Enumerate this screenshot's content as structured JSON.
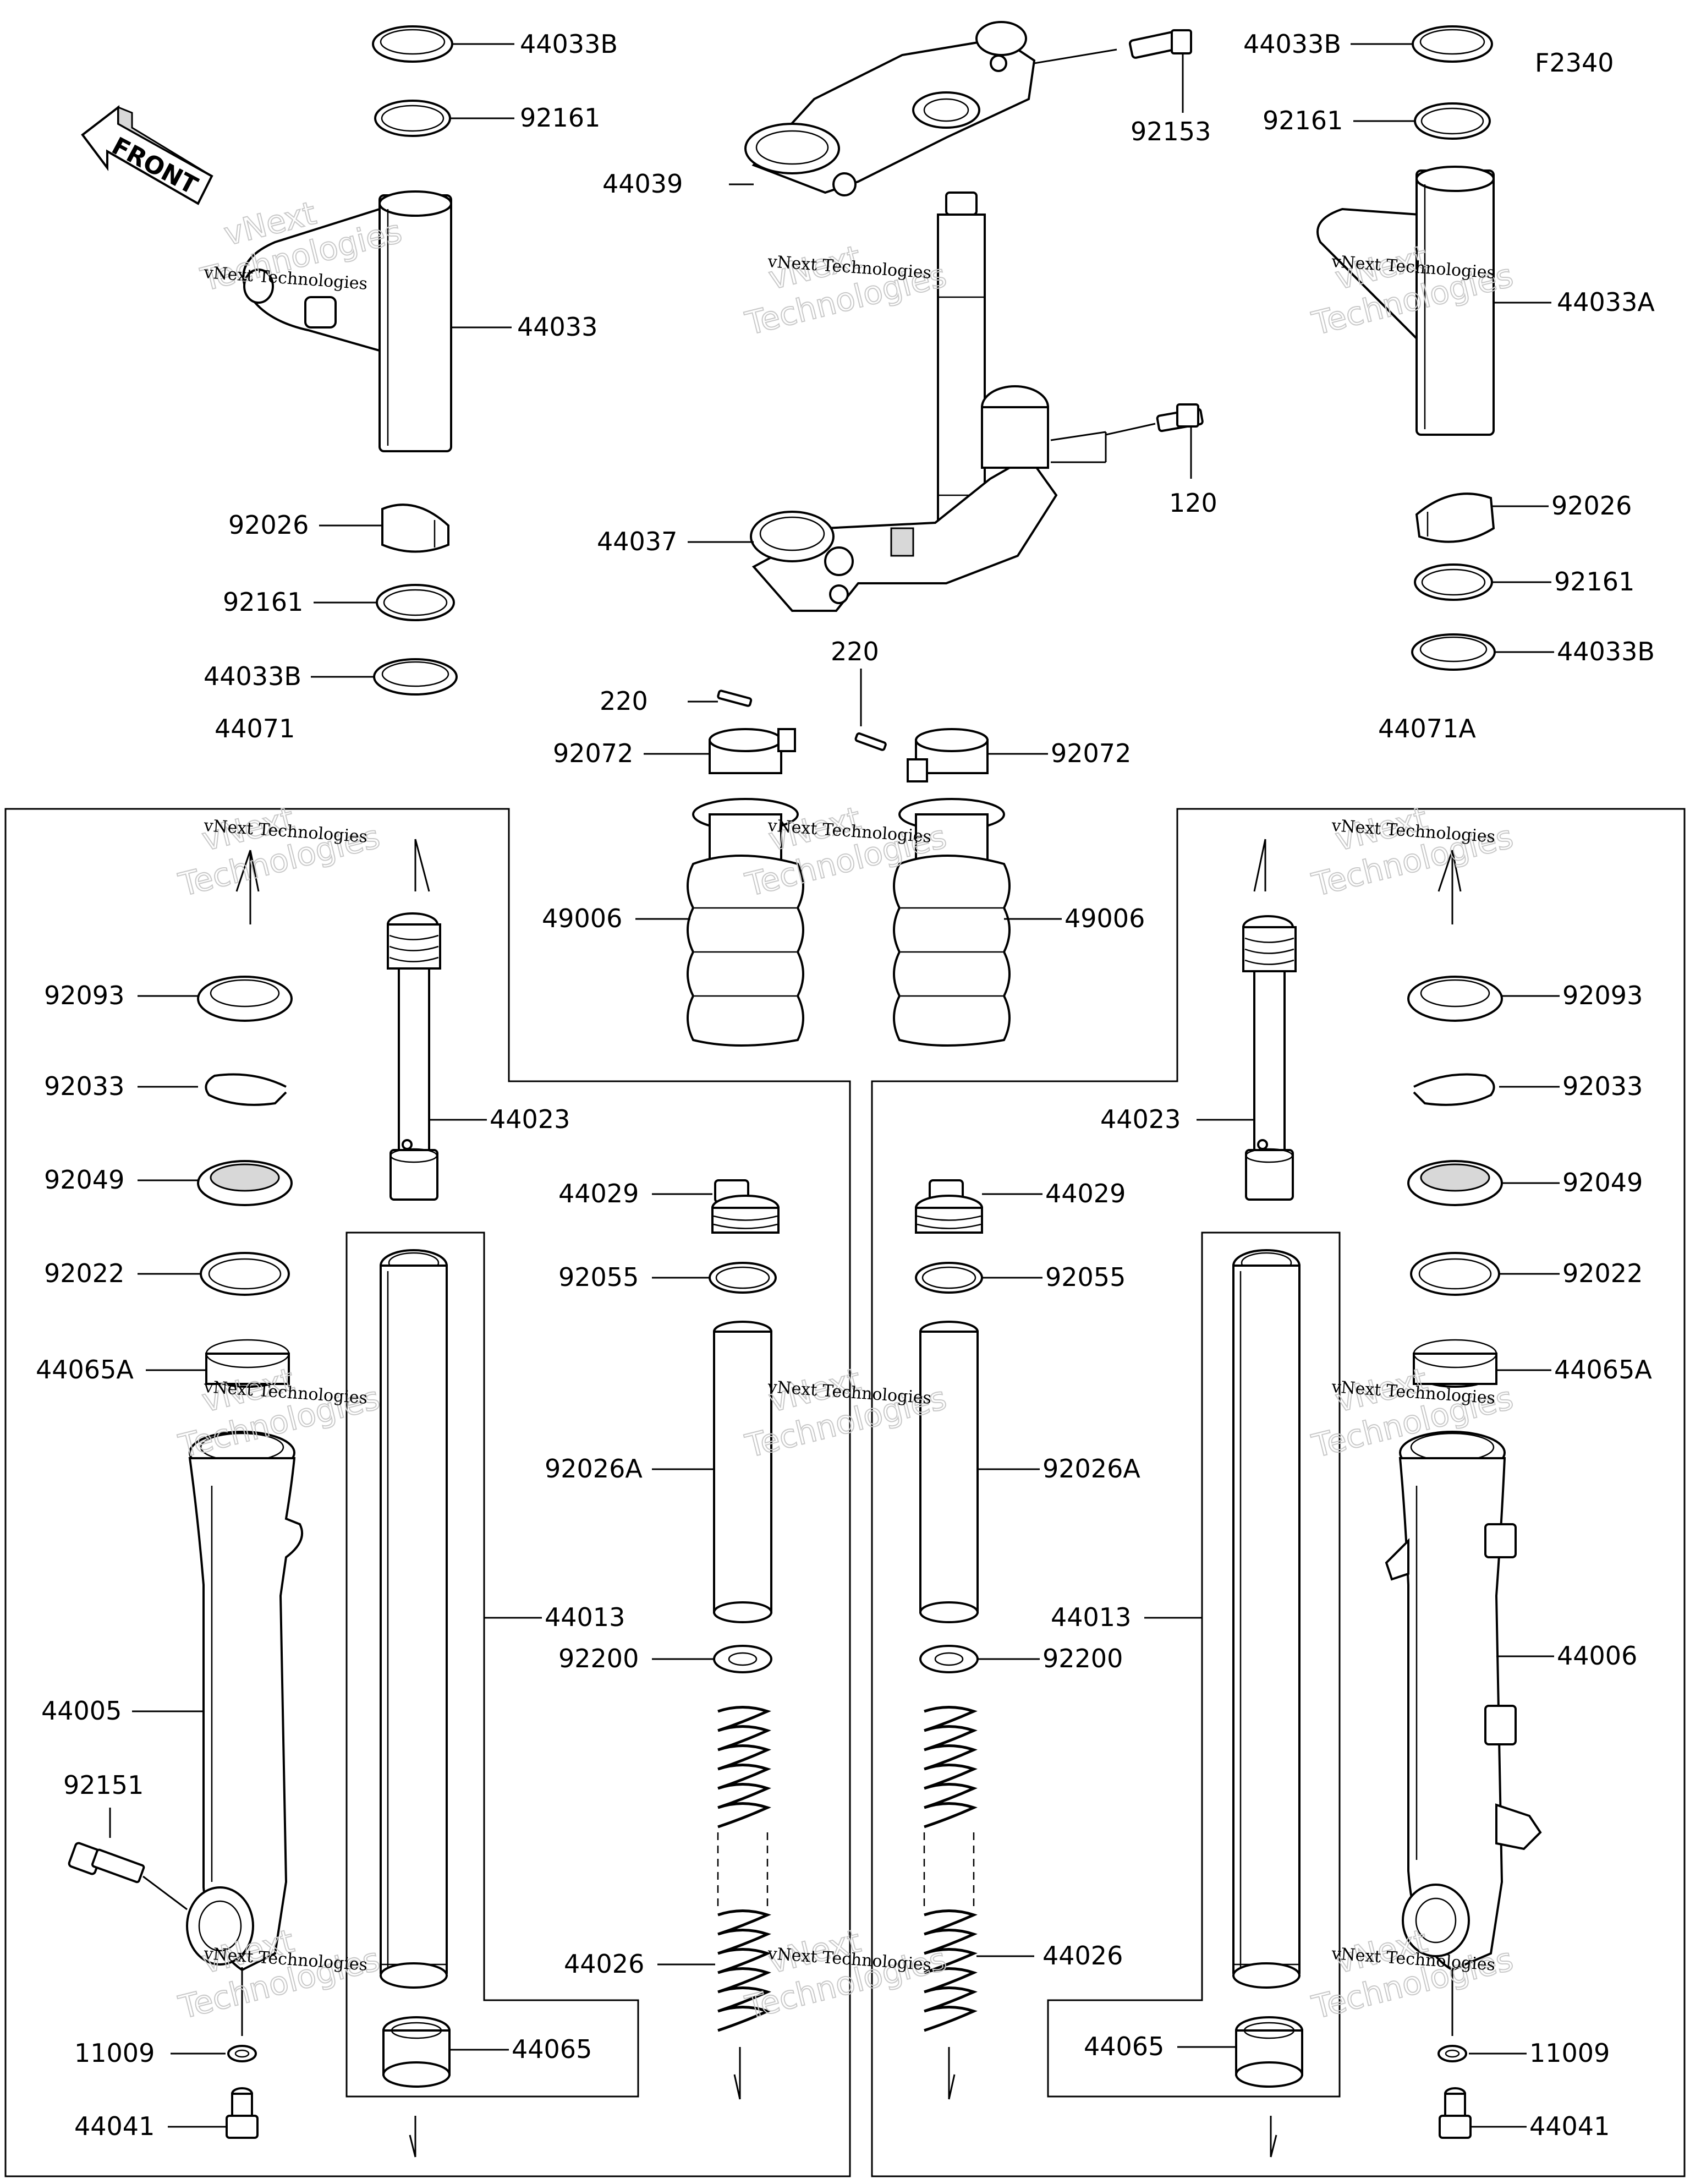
{
  "figure_code": "F2340",
  "front_arrow_text": "FRONT",
  "watermark": {
    "line1": "vNext Technologies",
    "line2": "vNext",
    "line3": "Technologies"
  },
  "labels": {
    "l44033B_tl": "44033B",
    "l92161_tl": "92161",
    "l44033": "44033",
    "l92026_l": "92026",
    "l92161_l": "92161",
    "l44033B_l": "44033B",
    "l44071": "44071",
    "l92153": "92153",
    "l44039": "44039",
    "l120": "120",
    "l44037": "44037",
    "l220_top": "220",
    "l220_left": "220",
    "l92072_l": "92072",
    "l92072_r": "92072",
    "l49006_l": "49006",
    "l49006_r": "49006",
    "l44033B_tr": "44033B",
    "l92161_tr": "92161",
    "l44033A": "44033A",
    "l92026_r": "92026",
    "l92161_r": "92161",
    "l44033B_r": "44033B",
    "l44071A": "44071A",
    "l92093_l": "92093",
    "l92033_l": "92033",
    "l92049_l": "92049",
    "l92022_l": "92022",
    "l44065A_l": "44065A",
    "l44005": "44005",
    "l92151": "92151",
    "l11009_l": "11009",
    "l44041_l": "44041",
    "l44023_l": "44023",
    "l44013_l": "44013",
    "l44065_l": "44065",
    "l44029_l": "44029",
    "l92055_l": "92055",
    "l92026A_l": "92026A",
    "l92200_l": "92200",
    "l44026_l": "44026",
    "l44029_r": "44029",
    "l92055_r": "92055",
    "l92026A_r": "92026A",
    "l92200_r": "92200",
    "l44026_r": "44026",
    "l44023_r": "44023",
    "l44013_r": "44013",
    "l44065_r": "44065",
    "l92093_r": "92093",
    "l92033_r": "92033",
    "l92049_r": "92049",
    "l92022_r": "92022",
    "l44065A_r": "44065A",
    "l44006": "44006",
    "l11009_r": "11009",
    "l44041_r": "44041"
  }
}
